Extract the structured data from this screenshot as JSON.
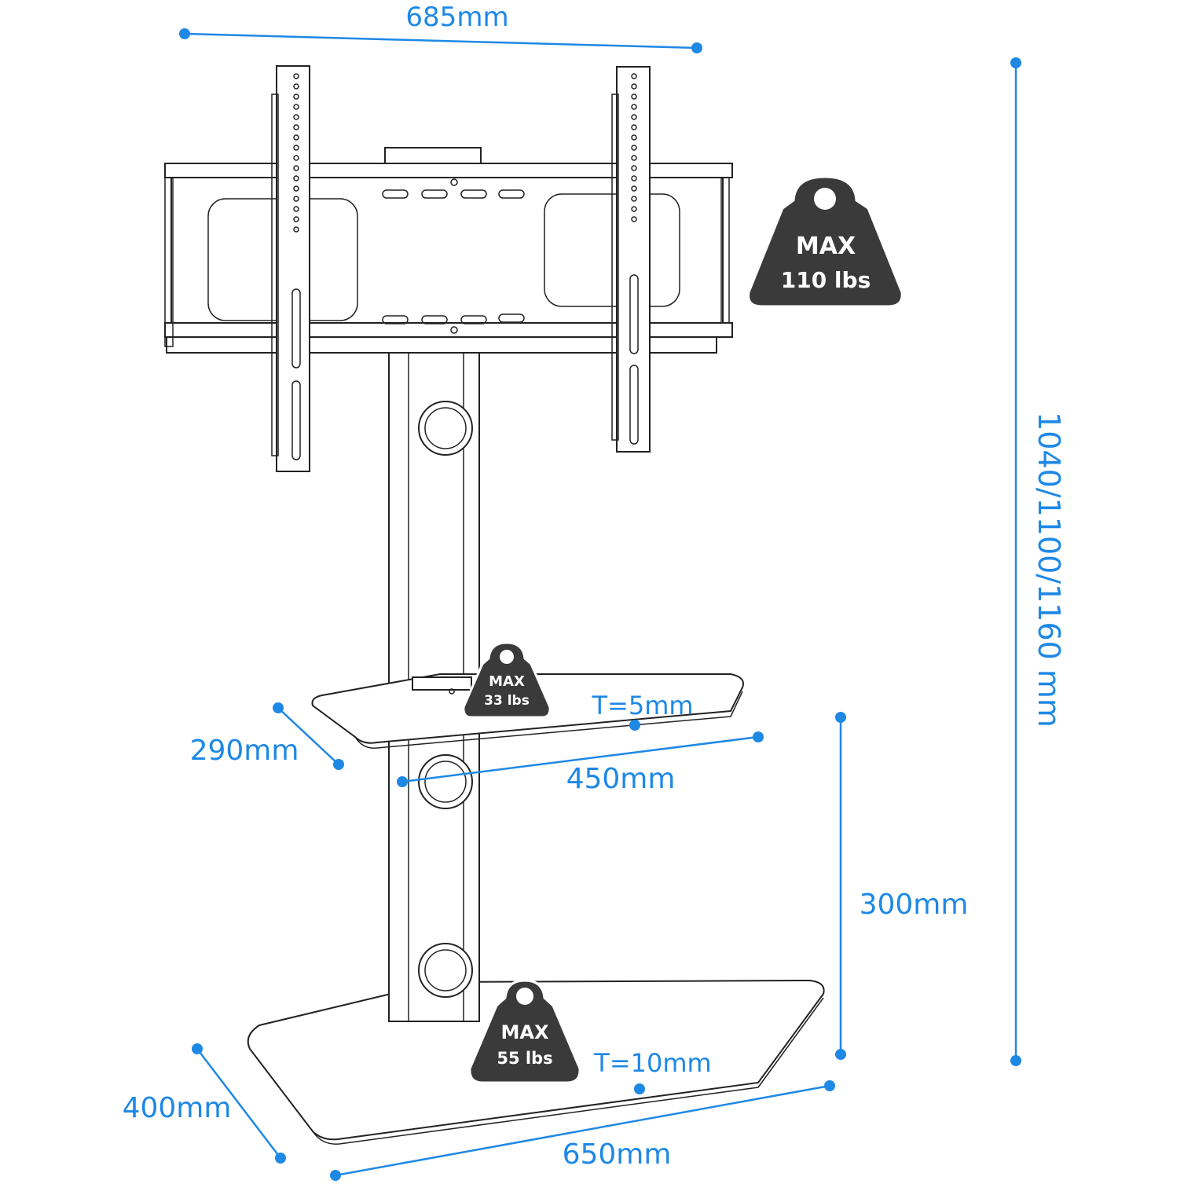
{
  "dimensions": {
    "mount_width": "685mm",
    "total_height": "1040/1100/1160 mm",
    "shelf_depth": "290mm",
    "shelf_width": "450mm",
    "shelf_thickness": "T=5mm",
    "shelf_to_base": "300mm",
    "base_depth": "400mm",
    "base_width": "650mm",
    "base_thickness": "T=10mm"
  },
  "weights": {
    "mount": {
      "label": "MAX",
      "value": "110 lbs"
    },
    "shelf": {
      "label": "MAX",
      "value": "33 lbs"
    },
    "base": {
      "label": "MAX",
      "value": "55 lbs"
    }
  },
  "colors": {
    "dimension": "#1e88e5",
    "line_art": "#222222",
    "weight_badge": "#3a3a3a"
  }
}
